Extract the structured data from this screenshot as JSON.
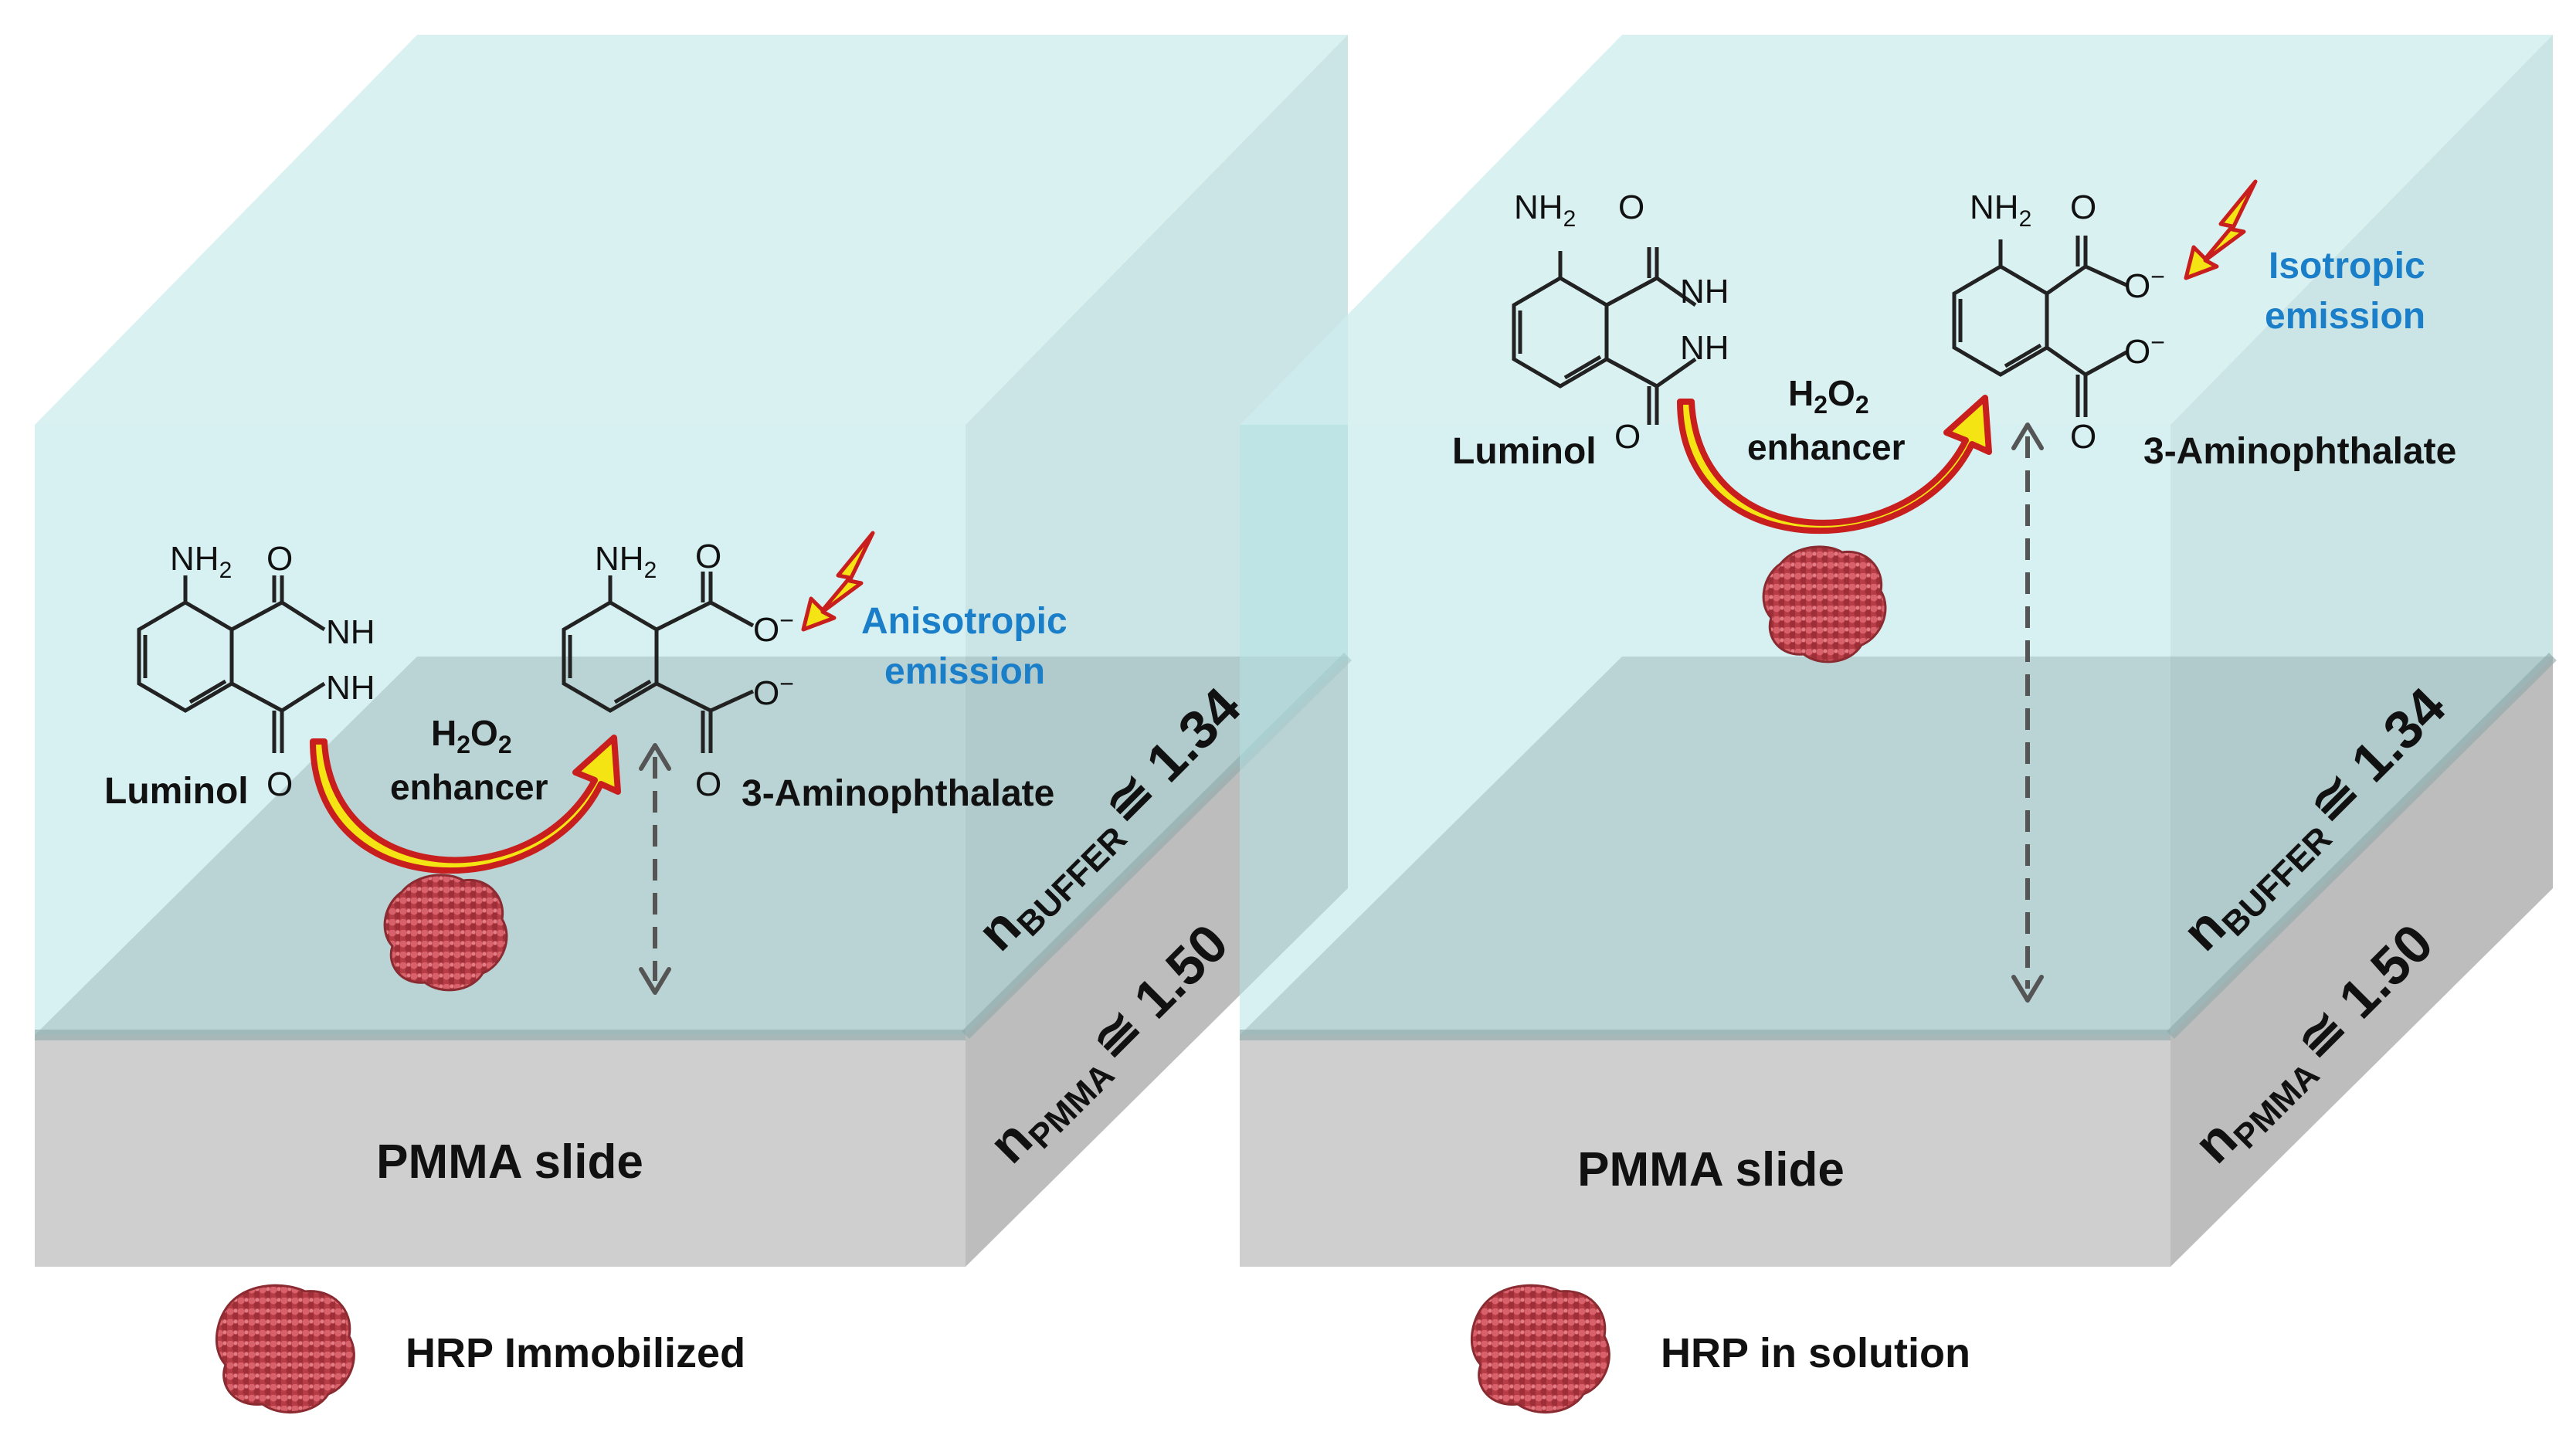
{
  "panels": [
    {
      "id": "immobilized",
      "reactant": "Luminol",
      "product": "3-Aminophthalate",
      "reagent_line1": "H",
      "reagent_sub1": "2",
      "reagent_mid": "O",
      "reagent_sub2": "2",
      "reagent_line2": "enhancer",
      "emission_line1": "Anisotropic",
      "emission_line2": "emission",
      "slide_label": "PMMA slide",
      "n_buffer_sub": "BUFFER",
      "n_buffer_val": "≅ 1.34",
      "n_pmma_sub": "PMMA",
      "n_pmma_val": "≅ 1.50"
    },
    {
      "id": "solution",
      "reactant": "Luminol",
      "product": "3-Aminophthalate",
      "reagent_line1": "H",
      "reagent_sub1": "2",
      "reagent_mid": "O",
      "reagent_sub2": "2",
      "reagent_line2": "enhancer",
      "emission_line1": "Isotropic",
      "emission_line2": "emission",
      "slide_label": "PMMA slide",
      "n_buffer_sub": "BUFFER",
      "n_buffer_val": "≅ 1.34",
      "n_pmma_sub": "PMMA",
      "n_pmma_val": "≅ 1.50"
    }
  ],
  "legend": [
    {
      "label": "HRP Immobilized"
    },
    {
      "label": "HRP in solution"
    }
  ],
  "chem_labels": {
    "nh2": "NH",
    "nh2_sub": "2",
    "nh": "NH",
    "o": "O",
    "o_minus": "O",
    "minus": "−"
  },
  "colors": {
    "buffer": "#b7e3e6",
    "pmma": "#c8c8c8",
    "emission_text": "#1a7fc8",
    "arrow_fill": "#f5e414",
    "arrow_stroke": "#c81e1e",
    "protein": "#c0404a"
  }
}
